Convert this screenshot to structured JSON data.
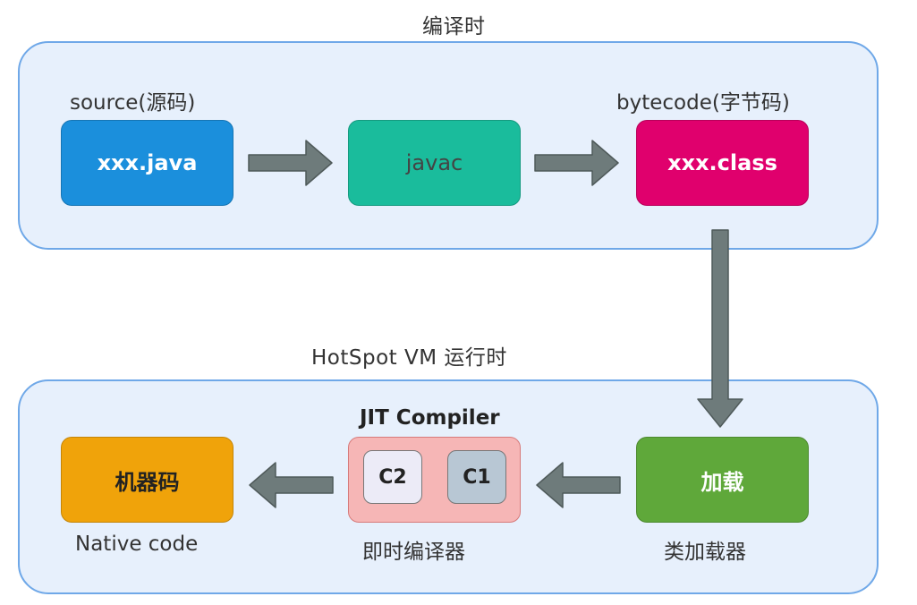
{
  "compile_stage": {
    "title": "编译时",
    "source_label": "source(源码)",
    "bytecode_label": "bytecode(字节码)",
    "source_file": "xxx.java",
    "compiler": "javac",
    "class_file": "xxx.class"
  },
  "runtime_stage": {
    "title": "HotSpot VM 运行时",
    "machine_code": "机器码",
    "machine_code_caption": "Native code",
    "jit_title": "JIT Compiler",
    "jit_c2": "C2",
    "jit_c1": "C1",
    "jit_caption": "即时编译器",
    "class_loading": "加载",
    "class_loader_caption": "类加载器"
  },
  "colors": {
    "section_fill": "#e7f0fc",
    "section_border": "#6fa8e8",
    "arrow": "#6e7b7b",
    "source_box": "#1b8fdc",
    "javac_box": "#1abc9c",
    "class_box": "#e0006d",
    "machine_box": "#f0a30a",
    "jit_box": "#f6b6b6",
    "load_box": "#5fa83a"
  }
}
